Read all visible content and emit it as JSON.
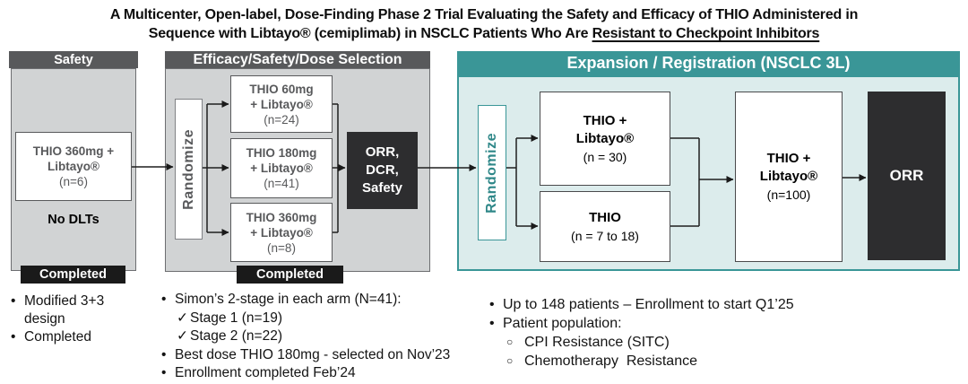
{
  "title": {
    "line1": "A Multicenter, Open-label, Dose-Finding Phase 2 Trial Evaluating the Safety and Efficacy of THIO Administered in",
    "line2_plain": "Sequence with Libtayo® (cemiplimab) in NSCLC Patients Who Are ",
    "line2_underline": "Resistant to Checkpoint Inhibitors"
  },
  "safety": {
    "header": "Safety",
    "arm": {
      "line1": "THIO 360mg +",
      "line2": "Libtayo®",
      "n": "(n=6)"
    },
    "note": "No DLTs",
    "badge": "Completed",
    "bullets": [
      {
        "marker": "•",
        "text": "Modified 3+3 design"
      },
      {
        "marker": "•",
        "text": "Completed"
      }
    ]
  },
  "dose": {
    "header": "Efficacy/Safety/Dose Selection",
    "randomize": "Randomize",
    "arms": [
      {
        "line1": "THIO 60mg",
        "line2": "+ Libtayo®",
        "n": "(n=24)"
      },
      {
        "line1": "THIO 180mg",
        "line2": "+ Libtayo®",
        "n": "(n=41)"
      },
      {
        "line1": "THIO 360mg",
        "line2": "+ Libtayo®",
        "n": "(n=8)"
      }
    ],
    "endpoint": {
      "lines": [
        "ORR,",
        "DCR,",
        "Safety"
      ]
    },
    "badge": "Completed",
    "bullets": [
      {
        "marker": "•",
        "text": "Simon’s 2-stage in each arm (N=41):"
      },
      {
        "marker": "✓",
        "text": "Stage 1 (n=19)",
        "indent": true
      },
      {
        "marker": "✓",
        "text": "Stage 2 (n=22)",
        "indent": true
      },
      {
        "marker": "•",
        "text": "Best dose THIO 180mg - selected on Nov’23"
      },
      {
        "marker": "•",
        "text": "Enrollment completed Feb’24"
      }
    ]
  },
  "expansion": {
    "header": "Expansion / Registration (NSCLC 3L)",
    "randomize": "Randomize",
    "arms": [
      {
        "line1": "THIO +",
        "line2": "Libtayo®",
        "n": "(n = 30)"
      },
      {
        "line1": "THIO",
        "n": "(n = 7 to 18)"
      }
    ],
    "continuation": {
      "line1": "THIO +",
      "line2": "Libtayo®",
      "n": "(n=100)"
    },
    "endpoint": "ORR",
    "bullets": [
      {
        "marker": "•",
        "text": "Up to 148 patients – Enrollment to start Q1’25"
      },
      {
        "marker": "•",
        "text": "Patient population:"
      },
      {
        "marker": "○",
        "text": "CPI Resistance (SITC)",
        "indent": true
      },
      {
        "marker": "○",
        "text": "Chemotherapy  Resistance",
        "indent": true
      }
    ]
  },
  "colors": {
    "teal": "#3A9697",
    "teal_light": "#DCECEC",
    "teal_text": "#2E8788",
    "gray_header": "#58595B",
    "gray_body": "#D1D3D4",
    "dark_box": "#2D2D2F",
    "badge_black": "#1A1A1A"
  }
}
